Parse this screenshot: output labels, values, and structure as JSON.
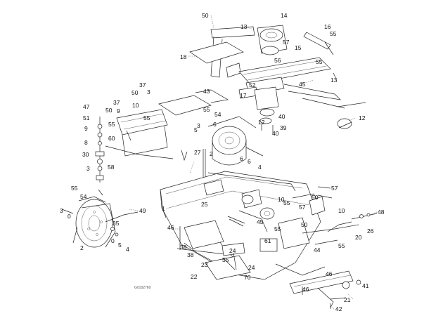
{
  "diagram": {
    "drawing_code": "G0102760",
    "callouts": [
      {
        "id": "c-50-top",
        "text": "50"
      },
      {
        "id": "c-13-top",
        "text": "13"
      },
      {
        "id": "c-14",
        "text": "14"
      },
      {
        "id": "c-16",
        "text": "16"
      },
      {
        "id": "c-55-tr",
        "text": "55"
      },
      {
        "id": "c-57-top",
        "text": "57"
      },
      {
        "id": "c-15",
        "text": "15"
      },
      {
        "id": "c-18",
        "text": "18"
      },
      {
        "id": "c-56",
        "text": "56"
      },
      {
        "id": "c-55-r2",
        "text": "55"
      },
      {
        "id": "c-13-r",
        "text": "13"
      },
      {
        "id": "c-52",
        "text": "52"
      },
      {
        "id": "c-45-top",
        "text": "45"
      },
      {
        "id": "c-37-l",
        "text": "37"
      },
      {
        "id": "c-50-l",
        "text": "50"
      },
      {
        "id": "c-3-l",
        "text": "3"
      },
      {
        "id": "c-43",
        "text": "43"
      },
      {
        "id": "c-17",
        "text": "17"
      },
      {
        "id": "c-10-l",
        "text": "10"
      },
      {
        "id": "c-55-mid",
        "text": "55"
      },
      {
        "id": "c-54-mid",
        "text": "54"
      },
      {
        "id": "c-40-a",
        "text": "40"
      },
      {
        "id": "c-12",
        "text": "12"
      },
      {
        "id": "c-37-ll",
        "text": "37"
      },
      {
        "id": "c-50-ll",
        "text": "50"
      },
      {
        "id": "c-9-a",
        "text": "9"
      },
      {
        "id": "c-55-l",
        "text": "55"
      },
      {
        "id": "c-47",
        "text": "47"
      },
      {
        "id": "c-51",
        "text": "51"
      },
      {
        "id": "c-9-b",
        "text": "9"
      },
      {
        "id": "c-55-l2",
        "text": "55"
      },
      {
        "id": "c-60",
        "text": "60"
      },
      {
        "id": "c-8",
        "text": "8"
      },
      {
        "id": "c-30",
        "text": "30"
      },
      {
        "id": "c-3-a",
        "text": "3"
      },
      {
        "id": "c-6-a",
        "text": "6"
      },
      {
        "id": "c-5-a",
        "text": "5"
      },
      {
        "id": "c-12-b",
        "text": "12"
      },
      {
        "id": "c-39",
        "text": "39"
      },
      {
        "id": "c-40-b",
        "text": "40"
      },
      {
        "id": "c-27",
        "text": "27"
      },
      {
        "id": "c-2-mid",
        "text": "2"
      },
      {
        "id": "c-6-b",
        "text": "6"
      },
      {
        "id": "c-6-c",
        "text": "6"
      },
      {
        "id": "c-4-mid",
        "text": "4"
      },
      {
        "id": "c-3-b",
        "text": "3"
      },
      {
        "id": "c-58",
        "text": "58"
      },
      {
        "id": "c-55-lw",
        "text": "55"
      },
      {
        "id": "c-54-lw",
        "text": "54"
      },
      {
        "id": "c-3-lw",
        "text": "3"
      },
      {
        "id": "c-0-lw",
        "text": "0"
      },
      {
        "id": "c-35",
        "text": "35"
      },
      {
        "id": "c-49",
        "text": "49"
      },
      {
        "id": "c-1-l",
        "text": "1"
      },
      {
        "id": "c-25",
        "text": "25"
      },
      {
        "id": "c-57-r",
        "text": "57"
      },
      {
        "id": "c-50-r",
        "text": "50"
      },
      {
        "id": "c-10-r",
        "text": "10"
      },
      {
        "id": "c-55-r",
        "text": "55"
      },
      {
        "id": "c-57-r2",
        "text": "57"
      },
      {
        "id": "c-10-rr",
        "text": "10"
      },
      {
        "id": "c-48",
        "text": "48"
      },
      {
        "id": "c-45-b",
        "text": "45"
      },
      {
        "id": "c-55-b",
        "text": "55"
      },
      {
        "id": "c-50-b",
        "text": "50"
      },
      {
        "id": "c-26",
        "text": "26"
      },
      {
        "id": "c-20",
        "text": "20"
      },
      {
        "id": "c-46-l",
        "text": "46"
      },
      {
        "id": "c-61",
        "text": "61"
      },
      {
        "id": "c-55-rb",
        "text": "55"
      },
      {
        "id": "c-44",
        "text": "44"
      },
      {
        "id": "c-2-bl",
        "text": "2"
      },
      {
        "id": "c-0-bl",
        "text": "0"
      },
      {
        "id": "c-5-bl",
        "text": "5"
      },
      {
        "id": "c-4-bl",
        "text": "4"
      },
      {
        "id": "c-38-a",
        "text": "38"
      },
      {
        "id": "c-38-b",
        "text": "38"
      },
      {
        "id": "c-24-a",
        "text": "24"
      },
      {
        "id": "c-55-bb",
        "text": "55"
      },
      {
        "id": "c-24-b",
        "text": "24"
      },
      {
        "id": "c-23",
        "text": "23"
      },
      {
        "id": "c-22",
        "text": "22"
      },
      {
        "id": "c-70",
        "text": "70"
      },
      {
        "id": "c-46-r",
        "text": "46"
      },
      {
        "id": "c-41",
        "text": "41"
      },
      {
        "id": "c-46-b",
        "text": "46"
      },
      {
        "id": "c-21",
        "text": "21"
      },
      {
        "id": "c-42",
        "text": "42"
      }
    ]
  }
}
